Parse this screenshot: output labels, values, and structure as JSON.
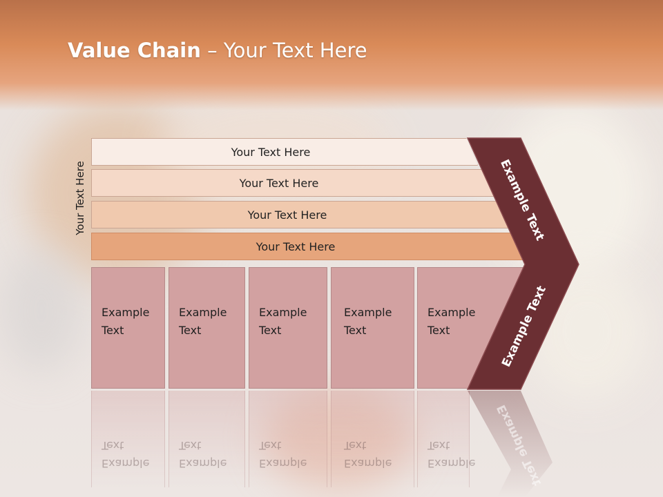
{
  "title": {
    "bold": "Value Chain",
    "rest": " – Your Text Here"
  },
  "side_label": "Your Text Here",
  "bands": [
    {
      "label": "Your Text Here"
    },
    {
      "label": "Your Text Here"
    },
    {
      "label": "Your Text Here"
    },
    {
      "label": "Your Text Here"
    }
  ],
  "columns": [
    {
      "line1": "Example",
      "line2": "Text"
    },
    {
      "line1": "Example",
      "line2": "Text"
    },
    {
      "line1": "Example",
      "line2": "Text"
    },
    {
      "line1": "Example",
      "line2": "Text"
    },
    {
      "line1": "Example",
      "line2": "Text"
    }
  ],
  "chevron": {
    "upper_label": "Example Text",
    "lower_label": "Example Text"
  },
  "colors": {
    "header": "#d98a58",
    "chevron": "#6b2f33",
    "column": "#d2a1a1",
    "band1": "#f9ede6",
    "band2": "#f5d9c8",
    "band3": "#f0c9ae",
    "band4": "#e6a57c"
  }
}
